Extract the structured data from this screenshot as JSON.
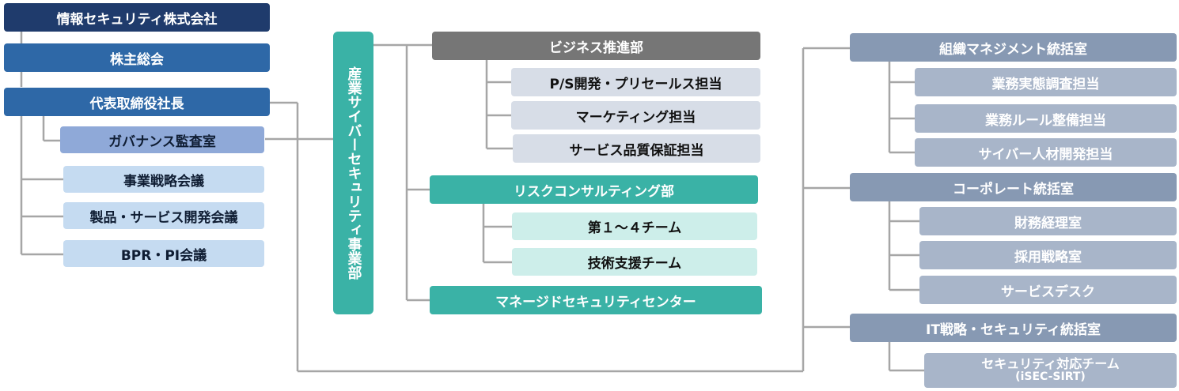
{
  "left": {
    "company": "情報セキュリティ株式会社",
    "shareholders": "株主総会",
    "ceo": "代表取締役社長",
    "governance": "ガバナンス監査室",
    "business_strategy": "事業戦略会議",
    "product_service": "製品・サービス開発会議",
    "bpr_pi": "BPR・PI会議"
  },
  "division": "産業サイバーセキュリティ事業部",
  "center": {
    "business_promotion": "ビジネス推進部",
    "ps_dev": "P/S開発・プリセールス担当",
    "marketing": "マーケティング担当",
    "service_quality": "サービス品質保証担当",
    "risk_consulting": "リスクコンサルティング部",
    "teams_1_4": "第１～４チーム",
    "tech_support": "技術支援チーム",
    "managed_security": "マネージドセキュリティセンター"
  },
  "right": {
    "org_management": "組織マネジメント統括室",
    "operations_survey": "業務実態調査担当",
    "operations_rules": "業務ルール整備担当",
    "cyber_talent": "サイバー人材開発担当",
    "corporate": "コーポレート統括室",
    "finance": "財務経理室",
    "recruitment": "採用戦略室",
    "service_desk": "サービスデスク",
    "it_strategy": "IT戦略・セキュリティ統括室",
    "security_team": "セキュリティ対応チーム",
    "security_team_sub": "(iSEC-SIRT)"
  }
}
